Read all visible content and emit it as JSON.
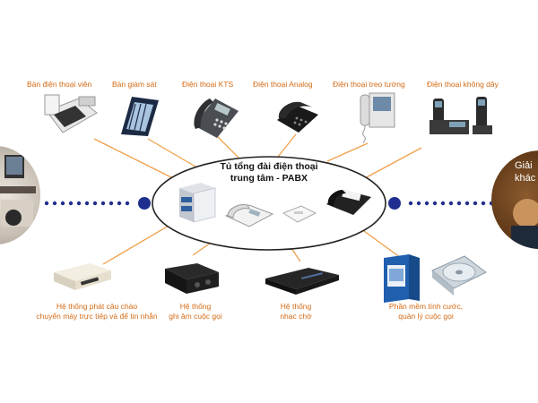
{
  "center": {
    "title_line1": "Tủ tổng đài điện thoại",
    "title_line2": "trung tâm - PABX"
  },
  "top_labels": [
    "Bàn điện thoại viên",
    "Bàn giám sát",
    "Điện thoại KTS",
    "Điện thoại Analog",
    "Điện thoại treo tường",
    "Điện thoại không dây"
  ],
  "bottom_labels": [
    {
      "line1": "Hệ thống phát câu chào",
      "line2": "chuyển máy trực tiếp và để tin nhắn"
    },
    {
      "line1": "Hệ thống",
      "line2": "ghi âm cuộc gọi"
    },
    {
      "line1": "Hệ thống",
      "line2": "nhạc chờ"
    },
    {
      "line1": "Phần mềm tính cước,",
      "line2": "quản lý cuộc gọi"
    }
  ],
  "right_edge": {
    "line1": "Giải",
    "line2": "khác"
  },
  "colors": {
    "line": "#f0a04b",
    "dots": "#1f2f8f",
    "label": "#d46a14"
  }
}
